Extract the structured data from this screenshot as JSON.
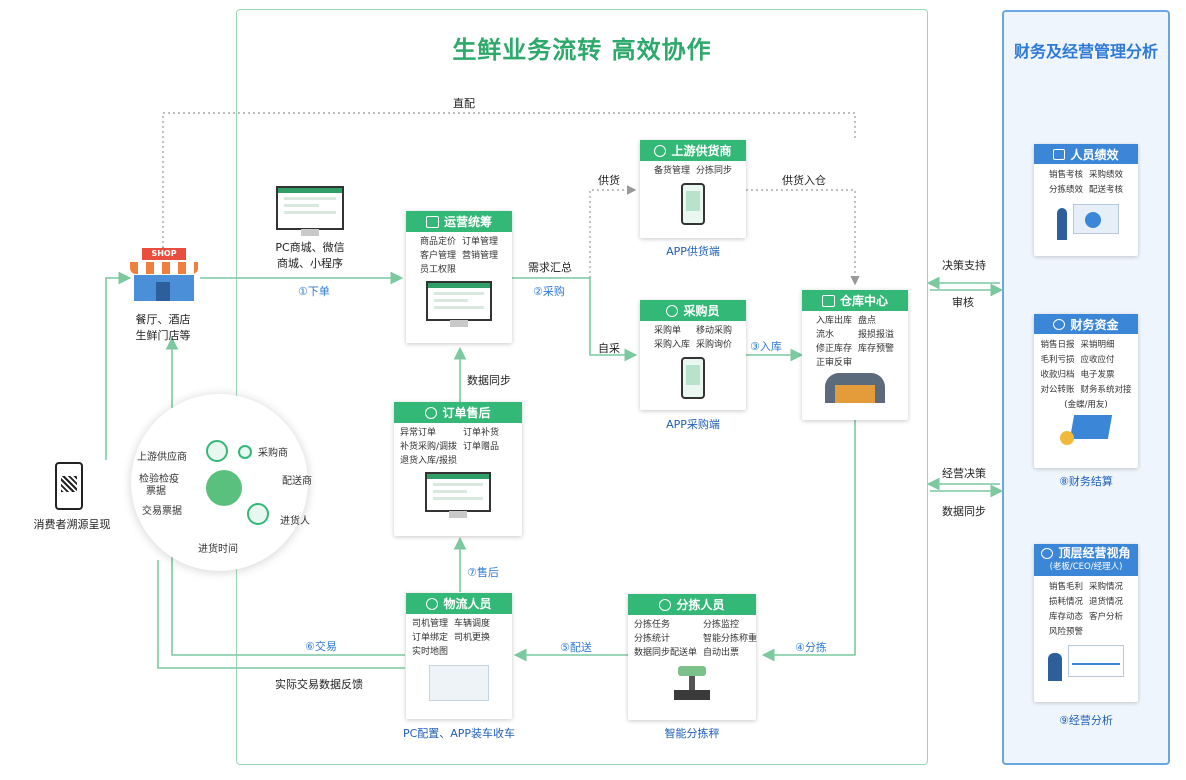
{
  "main_title": "生鲜业务流转  高效协作",
  "right_title": "财务及经营管理分析",
  "shop": {
    "sign": "SHOP",
    "caption_line1": "餐厅、酒店",
    "caption_line2": "生鲜门店等"
  },
  "consumer_caption": "消费者溯源呈现",
  "circle": {
    "labels": [
      "上游供应商",
      "采购商",
      "检验检疫",
      "票据",
      "配送商",
      "交易票据",
      "进货人",
      "进货时间"
    ]
  },
  "pc_caption_line1": "PC商城、微信",
  "pc_caption_line2": "商城、小程序",
  "flow_labels": {
    "direct": "直配",
    "order": "①下单",
    "purchase": "②采购",
    "demand_summary": "需求汇总",
    "supply": "供货",
    "supply_in": "供货入仓",
    "self_purchase": "自采",
    "inbound": "③入库",
    "sort": "④分拣",
    "deliver": "⑤配送",
    "trade": "⑥交易",
    "after_sale": "⑦售后",
    "data_sync": "数据同步",
    "feedback": "实际交易数据反馈",
    "decision_support": "决策支持",
    "audit": "审核",
    "biz_decision": "经营决策",
    "data_sync_right": "数据同步"
  },
  "cards": {
    "ops": {
      "title": "运营统筹",
      "items": [
        "商品定价",
        "订单管理",
        "客户管理",
        "营销管理",
        "员工权限"
      ]
    },
    "upstream": {
      "title": "上游供货商",
      "items": [
        "备货管理",
        "分拣同步"
      ],
      "caption": "APP供货端"
    },
    "buyer": {
      "title": "采购员",
      "items": [
        "采购单",
        "移动采购",
        "采购入库",
        "采购询价"
      ],
      "caption": "APP采购端"
    },
    "warehouse": {
      "title": "仓库中心",
      "items": [
        "入库出库",
        "盘点",
        "流水",
        "报损报溢",
        "修正库存",
        "库存预警",
        "正审反审"
      ]
    },
    "aftersale": {
      "title": "订单售后",
      "items": [
        "异常订单",
        "订单补货",
        "补货采购/调拨",
        "订单赠品",
        "退货入库/报损"
      ]
    },
    "logistics": {
      "title": "物流人员",
      "items": [
        "司机管理",
        "车辆调度",
        "订单绑定",
        "司机更换",
        "实时地图"
      ],
      "caption": "PC配置、APP装车收车"
    },
    "sorter": {
      "title": "分拣人员",
      "items": [
        "分拣任务",
        "分拣监控",
        "分拣统计",
        "智能分拣称重",
        "数据同步配送单",
        "自动出票"
      ],
      "caption": "智能分拣秤"
    }
  },
  "right_cards": {
    "perf": {
      "title": "人员绩效",
      "items": [
        "销售考核",
        "采购绩效",
        "分拣绩效",
        "配送考核"
      ]
    },
    "finance": {
      "title": "财务资金",
      "items": [
        "销售日报",
        "采销明细",
        "毛利亏损",
        "应收应付",
        "收款归档",
        "电子发票",
        "对公转账",
        "财务系统对接"
      ],
      "note": "(金蝶/用友)",
      "caption": "⑧财务结算"
    },
    "top": {
      "title": "顶层经营视角",
      "subtitle": "(老板/CEO/经理人)",
      "items": [
        "销售毛利",
        "采购情况",
        "损耗情况",
        "退货情况",
        "库存动态",
        "客户分析",
        "风险预警"
      ],
      "caption": "⑨经营分析"
    }
  },
  "colors": {
    "green": "#33b877",
    "blue": "#3c86d8",
    "line": "#7cc9a0"
  }
}
